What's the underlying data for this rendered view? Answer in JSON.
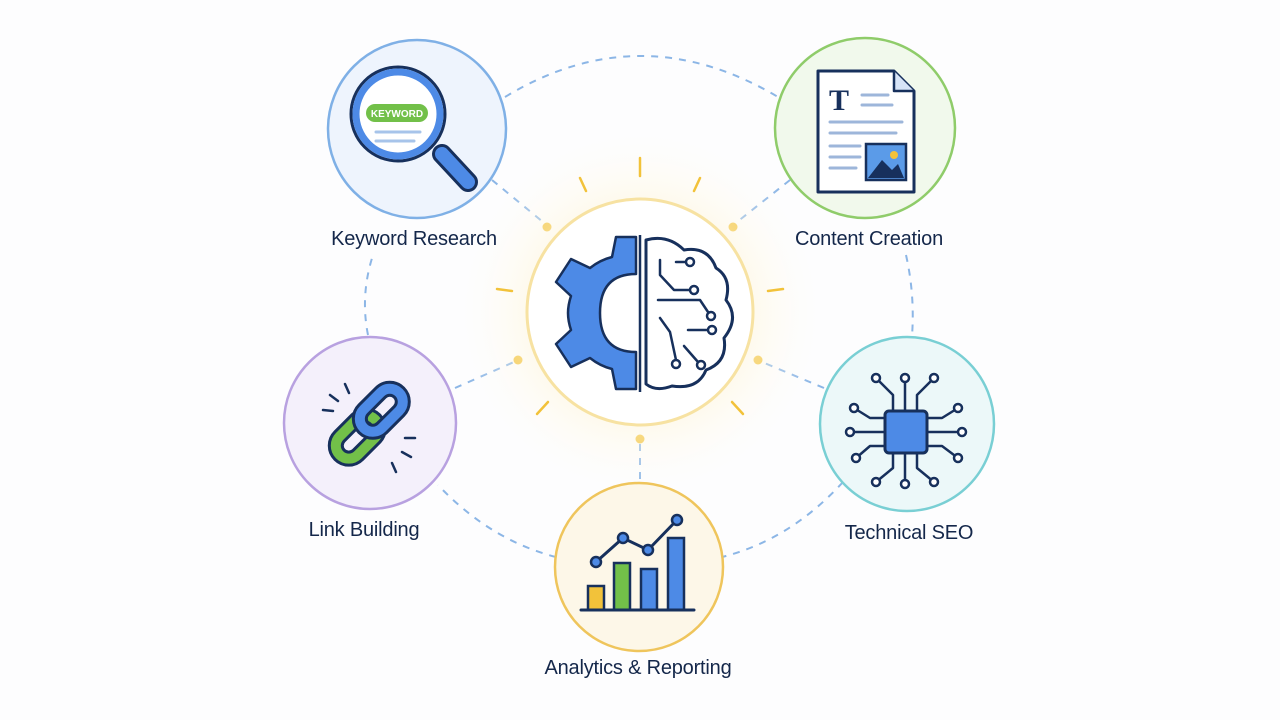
{
  "center": {
    "icon": "gear-brain-icon"
  },
  "nodes": [
    {
      "id": "keyword",
      "label": "Keyword Research",
      "icon": "magnifier-keyword-icon",
      "badge": "KEYWORD",
      "ring_color": "#7fb0e6",
      "fill_color": "#eef4fd"
    },
    {
      "id": "content",
      "label": "Content Creation",
      "icon": "document-icon",
      "ring_color": "#8fcc6a",
      "fill_color": "#f1f9ec"
    },
    {
      "id": "links",
      "label": "Link Building",
      "icon": "chain-link-icon",
      "ring_color": "#b8a1e0",
      "fill_color": "#f4f0fb"
    },
    {
      "id": "technical",
      "label": "Technical SEO",
      "icon": "circuit-chip-icon",
      "ring_color": "#79cfd4",
      "fill_color": "#ecf8f9"
    },
    {
      "id": "analytics",
      "label": "Analytics & Reporting",
      "icon": "bar-chart-icon",
      "ring_color": "#efc55c",
      "fill_color": "#fdf7e8"
    }
  ],
  "colors": {
    "blue": "#4d8ae6",
    "navy": "#17305c",
    "green": "#72c049",
    "yellow": "#f2c23a",
    "dash": "#8cb6e6"
  }
}
